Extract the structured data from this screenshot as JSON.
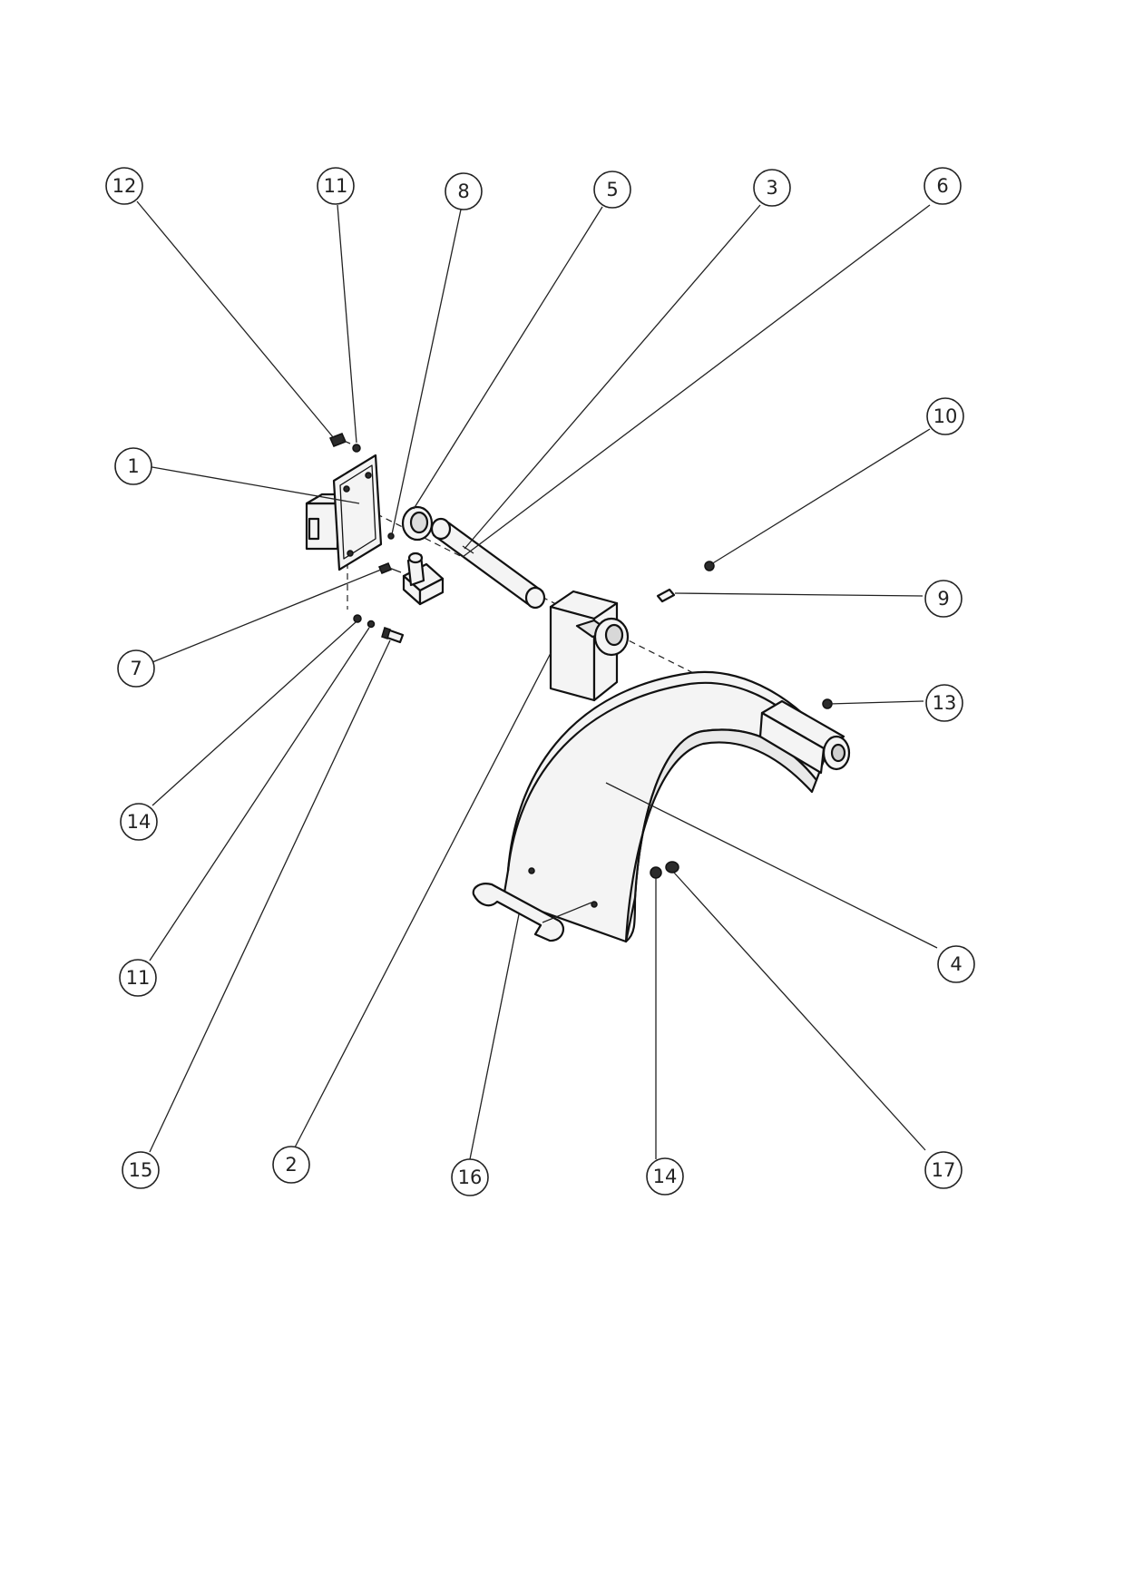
{
  "diagram": {
    "balloons": [
      {
        "id": "b1",
        "label": "1"
      },
      {
        "id": "b2",
        "label": "2"
      },
      {
        "id": "b3",
        "label": "3"
      },
      {
        "id": "b4",
        "label": "4"
      },
      {
        "id": "b5",
        "label": "5"
      },
      {
        "id": "b6",
        "label": "6"
      },
      {
        "id": "b7",
        "label": "7"
      },
      {
        "id": "b8",
        "label": "8"
      },
      {
        "id": "b9",
        "label": "9"
      },
      {
        "id": "b10",
        "label": "10"
      },
      {
        "id": "b11a",
        "label": "11"
      },
      {
        "id": "b11b",
        "label": "11"
      },
      {
        "id": "b12",
        "label": "12"
      },
      {
        "id": "b13",
        "label": "13"
      },
      {
        "id": "b14a",
        "label": "14"
      },
      {
        "id": "b14b",
        "label": "14"
      },
      {
        "id": "b15",
        "label": "15"
      },
      {
        "id": "b16",
        "label": "16"
      },
      {
        "id": "b17",
        "label": "17"
      }
    ]
  }
}
